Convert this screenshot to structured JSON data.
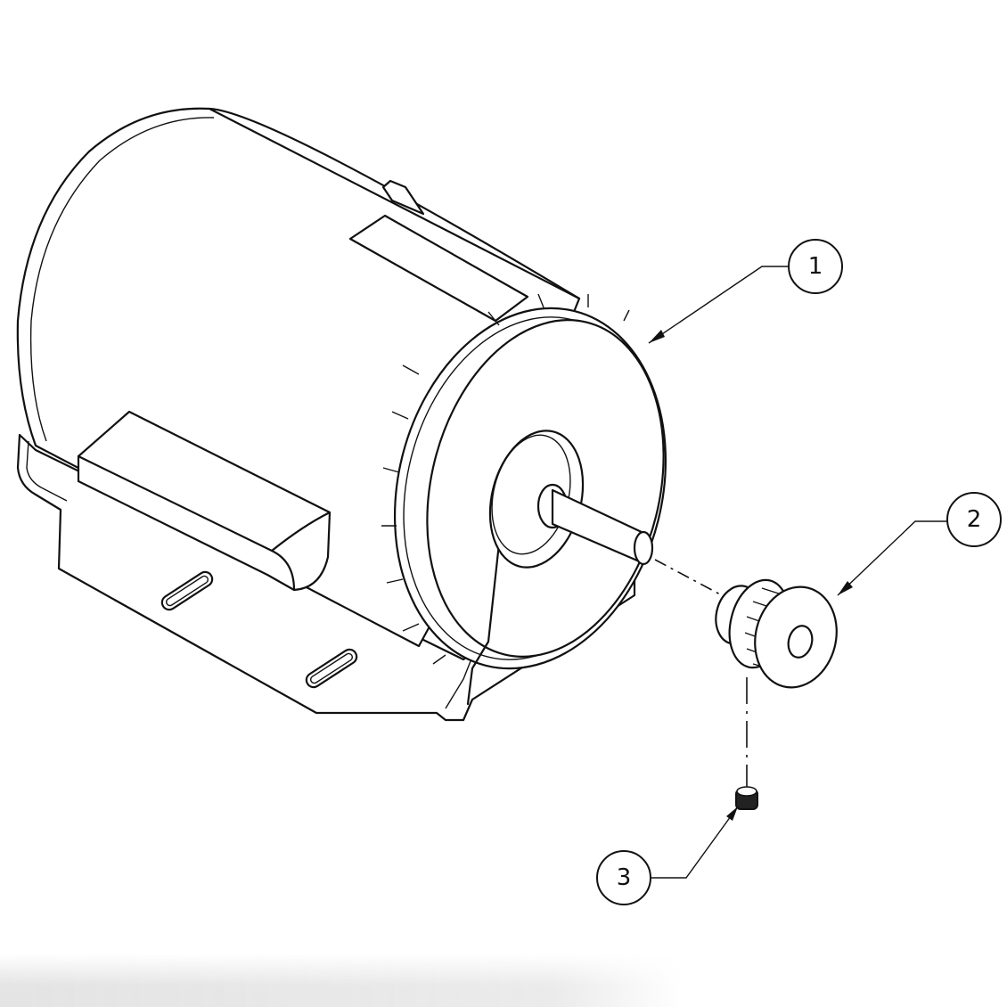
{
  "drawing": {
    "subject": "motor-with-timing-pulley-exploded-view",
    "callouts": [
      {
        "label": "1",
        "part": "motor"
      },
      {
        "label": "2",
        "part": "timing-pulley"
      },
      {
        "label": "3",
        "part": "set-screw"
      }
    ],
    "line_color": "#111111",
    "background": "#ffffff"
  }
}
